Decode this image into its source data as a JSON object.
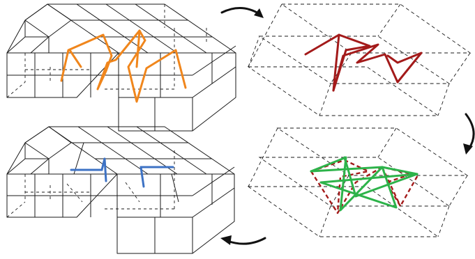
{
  "colors": {
    "background": "#ffffff",
    "grid_lines": "#1a1a1a",
    "chain_orange": "#f0861c",
    "chain_red": "#a31a1a",
    "chain_green": "#2db34a",
    "chain_blue": "#3d72c4",
    "arrow": "#111111"
  },
  "panels": {
    "top_left": "lattice-with-orange-chain",
    "top_right": "extracted-red-chain-on-planes",
    "bottom_right": "green-and-red-chain-overlay-on-planes",
    "bottom_left": "lattice-with-blue-segments"
  },
  "flow": [
    "top_left",
    "top_right",
    "bottom_right",
    "bottom_left"
  ]
}
